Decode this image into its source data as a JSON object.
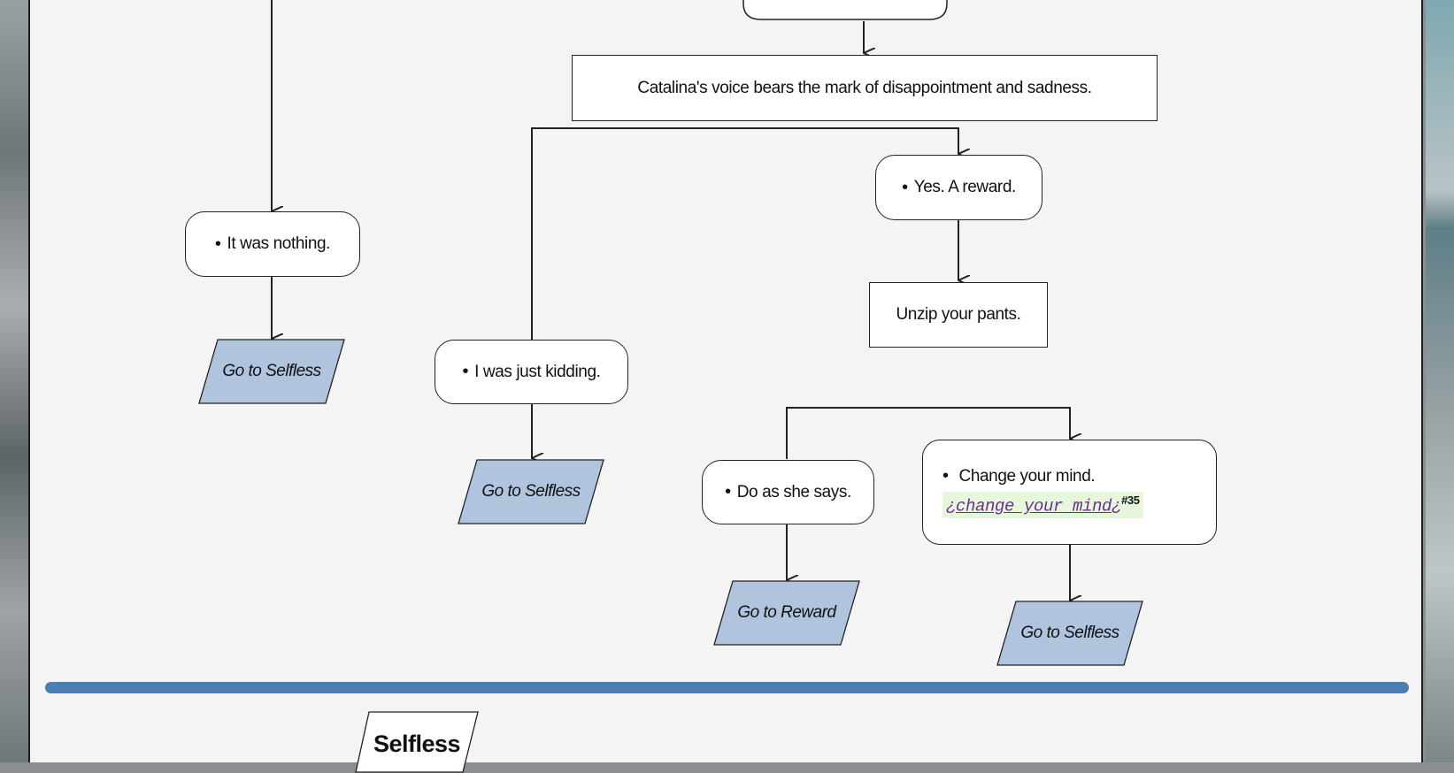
{
  "nodes": {
    "disappointment": "Catalina's voice bears the mark of disappointment and sadness.",
    "it_was_nothing": "It was nothing.",
    "yes_reward": "Yes. A reward.",
    "unzip": "Unzip your pants.",
    "just_kidding": "I was just kidding.",
    "do_as_she_says": "Do as she says.",
    "change_mind": "Change your mind.",
    "change_mind_code": "change your mind",
    "change_mind_open": "¿",
    "change_mind_close": "¿",
    "change_mind_ref": "#35"
  },
  "gotos": {
    "selfless_1": "Go to Selfless",
    "selfless_2": "Go to Selfless",
    "reward": "Go to Reward",
    "selfless_3": "Go to Selfless"
  },
  "section": {
    "title": "Selfless"
  },
  "colors": {
    "goto_fill": "#b0c4de",
    "divider": "#4a7fb3",
    "panel": "#f4f4f4",
    "tag_bg": "#e6f7dc",
    "tag_text": "#6a2e90"
  }
}
